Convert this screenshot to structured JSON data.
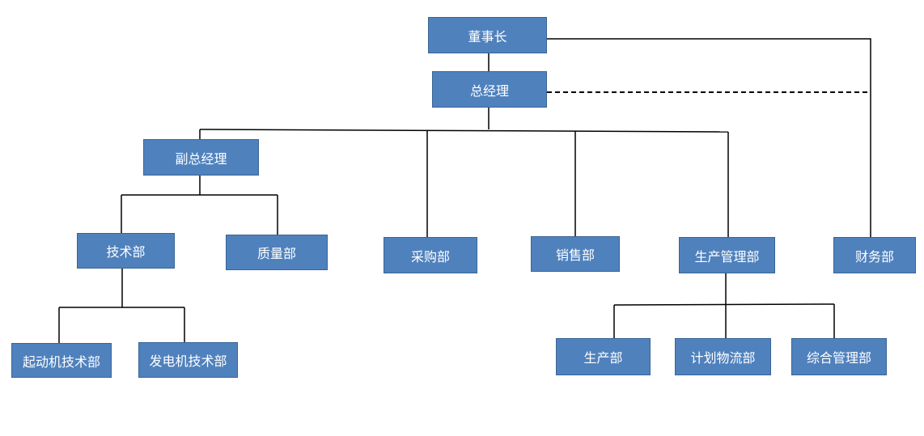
{
  "org_chart": {
    "chairman": "董事长",
    "general_manager": "总经理",
    "deputy_general_manager": "副总经理",
    "technology_dept": "技术部",
    "quality_dept": "质量部",
    "starter_tech_dept": "起动机技术部",
    "generator_tech_dept": "发电机技术部",
    "purchasing_dept": "采购部",
    "sales_dept": "销售部",
    "production_management_dept": "生产管理部",
    "production_dept": "生产部",
    "planning_logistics_dept": "计划物流部",
    "general_management_dept": "综合管理部",
    "finance_dept": "财务部"
  },
  "colors": {
    "box_fill": "#4f81bd",
    "box_border": "#3a6595",
    "box_text": "#ffffff",
    "connector": "#000000"
  }
}
